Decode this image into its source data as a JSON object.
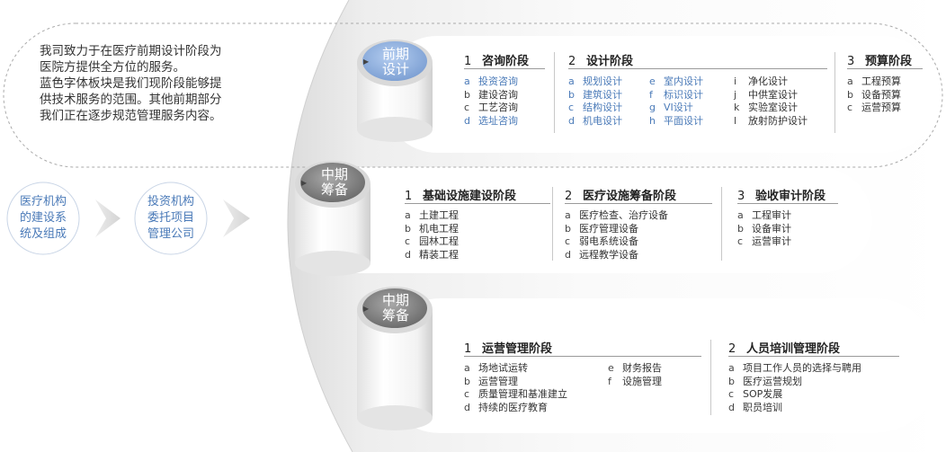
{
  "intro": {
    "lines": [
      "我司致力于在医疗前期设计阶段为",
      "医院方提供全方位的服务。",
      "蓝色字体板块是我们现阶段能够提",
      "供技术服务的范围。其他前期部分",
      "我们正在逐步规范管理服务内容。"
    ]
  },
  "circles": [
    {
      "lines": [
        "医疗机构",
        "的建设系",
        "统及组成"
      ]
    },
    {
      "lines": [
        "投资机构",
        "委托项目",
        "管理公司"
      ]
    }
  ],
  "colors": {
    "accent_blue": "#4a7ab8",
    "cylinder_blue": "#8fb0de",
    "cylinder_gray": "#8a8a8a"
  },
  "stages": [
    {
      "label": [
        "前期",
        "设计"
      ],
      "color": "blue",
      "sections": [
        {
          "num": "1",
          "title": "咨询阶段",
          "items": [
            {
              "letter": "a",
              "text": "投资咨询",
              "highlight": true
            },
            {
              "letter": "b",
              "text": "建设咨询",
              "highlight": false
            },
            {
              "letter": "c",
              "text": "工艺咨询",
              "highlight": false
            },
            {
              "letter": "d",
              "text": "选址咨询",
              "highlight": true
            }
          ]
        },
        {
          "num": "2",
          "title": "设计阶段",
          "columns": [
            [
              {
                "letter": "a",
                "text": "规划设计",
                "highlight": true
              },
              {
                "letter": "b",
                "text": "建筑设计",
                "highlight": true
              },
              {
                "letter": "c",
                "text": "结构设计",
                "highlight": true
              },
              {
                "letter": "d",
                "text": "机电设计",
                "highlight": true
              }
            ],
            [
              {
                "letter": "e",
                "text": "室内设计",
                "highlight": true
              },
              {
                "letter": "f",
                "text": "标识设计",
                "highlight": true
              },
              {
                "letter": "g",
                "text": "VI设计",
                "highlight": true
              },
              {
                "letter": "h",
                "text": "平面设计",
                "highlight": true
              }
            ],
            [
              {
                "letter": "i",
                "text": "净化设计",
                "highlight": false
              },
              {
                "letter": "j",
                "text": "中供室设计",
                "highlight": false
              },
              {
                "letter": "k",
                "text": "实验室设计",
                "highlight": false
              },
              {
                "letter": "l",
                "text": "放射防护设计",
                "highlight": false
              }
            ]
          ]
        },
        {
          "num": "3",
          "title": "预算阶段",
          "items": [
            {
              "letter": "a",
              "text": "工程预算",
              "highlight": false
            },
            {
              "letter": "b",
              "text": "设备预算",
              "highlight": false
            },
            {
              "letter": "c",
              "text": "运营预算",
              "highlight": false
            }
          ]
        }
      ]
    },
    {
      "label": [
        "中期",
        "筹备"
      ],
      "color": "gray",
      "sections": [
        {
          "num": "1",
          "title": "基础设施建设阶段",
          "items": [
            {
              "letter": "a",
              "text": "土建工程",
              "highlight": false
            },
            {
              "letter": "b",
              "text": "机电工程",
              "highlight": false
            },
            {
              "letter": "c",
              "text": "园林工程",
              "highlight": false
            },
            {
              "letter": "d",
              "text": "精装工程",
              "highlight": false
            }
          ]
        },
        {
          "num": "2",
          "title": "医疗设施筹备阶段",
          "items": [
            {
              "letter": "a",
              "text": "医疗检查、治疗设备",
              "highlight": false
            },
            {
              "letter": "b",
              "text": "医疗管理设备",
              "highlight": false
            },
            {
              "letter": "c",
              "text": "弱电系统设备",
              "highlight": false
            },
            {
              "letter": "d",
              "text": "远程教学设备",
              "highlight": false
            }
          ]
        },
        {
          "num": "3",
          "title": "验收审计阶段",
          "items": [
            {
              "letter": "a",
              "text": "工程审计",
              "highlight": false
            },
            {
              "letter": "b",
              "text": "设备审计",
              "highlight": false
            },
            {
              "letter": "c",
              "text": "运营审计",
              "highlight": false
            }
          ]
        }
      ]
    },
    {
      "label": [
        "中期",
        "筹备"
      ],
      "color": "gray",
      "sections": [
        {
          "num": "1",
          "title": "运营管理阶段",
          "columns": [
            [
              {
                "letter": "a",
                "text": "场地试运转",
                "highlight": false
              },
              {
                "letter": "b",
                "text": "运营管理",
                "highlight": false
              },
              {
                "letter": "c",
                "text": "质量管理和基准建立",
                "highlight": false
              },
              {
                "letter": "d",
                "text": "持续的医疗教育",
                "highlight": false
              }
            ],
            [
              {
                "letter": "e",
                "text": "财务报告",
                "highlight": false
              },
              {
                "letter": "f",
                "text": "设施管理",
                "highlight": false
              }
            ]
          ]
        },
        {
          "num": "2",
          "title": "人员培训管理阶段",
          "items": [
            {
              "letter": "a",
              "text": "项目工作人员的选择与聘用",
              "highlight": false
            },
            {
              "letter": "b",
              "text": "医疗运营规划",
              "highlight": false
            },
            {
              "letter": "c",
              "text": "SOP发展",
              "highlight": false
            },
            {
              "letter": "d",
              "text": "职员培训",
              "highlight": false
            }
          ]
        }
      ]
    }
  ]
}
